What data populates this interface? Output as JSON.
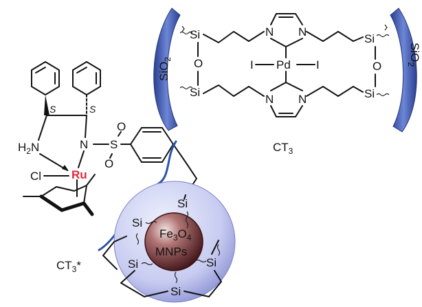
{
  "ct3": {
    "caption": "CT3",
    "silica_left": "SiO2",
    "silica_right": "SiO2",
    "atoms": {
      "si": "Si",
      "o": "O",
      "n": "N",
      "pd": "Pd",
      "i": "I"
    }
  },
  "ct3_star": {
    "caption": "CT3*",
    "atoms": {
      "nh2": "H2N",
      "n": "N",
      "s": "S",
      "o": "O",
      "cl": "Cl",
      "ru": "Ru",
      "si": "Si"
    },
    "stereo_labels": [
      "S",
      "S"
    ],
    "core": {
      "line1": "Fe3O4",
      "line2": "MNPs"
    }
  },
  "colors": {
    "silica_blue": "#3f5fb0",
    "sphere_light": "#c9cdf1",
    "core_dark": "#5a1f22",
    "ru_red": "#e0263a",
    "brace_blue": "#2b55a8"
  }
}
